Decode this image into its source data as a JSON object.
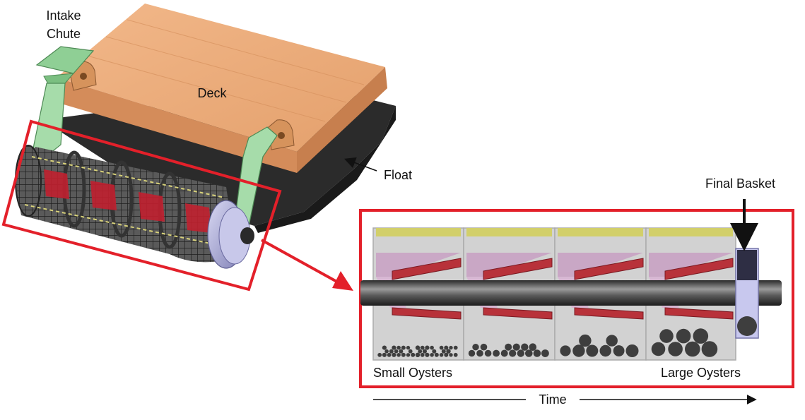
{
  "labels": {
    "intake_line1": "Intake",
    "intake_line2": "Chute",
    "deck": "Deck",
    "float": "Float",
    "final_basket": "Final Basket",
    "small_oysters": "Small Oysters",
    "large_oysters": "Large Oysters",
    "time": "Time"
  },
  "colors": {
    "highlight_box": "#e3202a",
    "deck_wood": "#e9a877",
    "float_dark": "#2b2b2b",
    "chute_green": "#a6dcaa",
    "auger_red": "#b8323a",
    "stage_fill": "#d2d2d2",
    "stage_top_bar": "#d2cf6a",
    "pink_flap": "#c9a3c4",
    "oyster": "#3e3e3e",
    "basket": "#9a99c8"
  },
  "stages": [
    {
      "index": 1,
      "oyster_size": "small"
    },
    {
      "index": 2,
      "oyster_size": "small-medium"
    },
    {
      "index": 3,
      "oyster_size": "medium-large"
    },
    {
      "index": 4,
      "oyster_size": "large"
    }
  ]
}
